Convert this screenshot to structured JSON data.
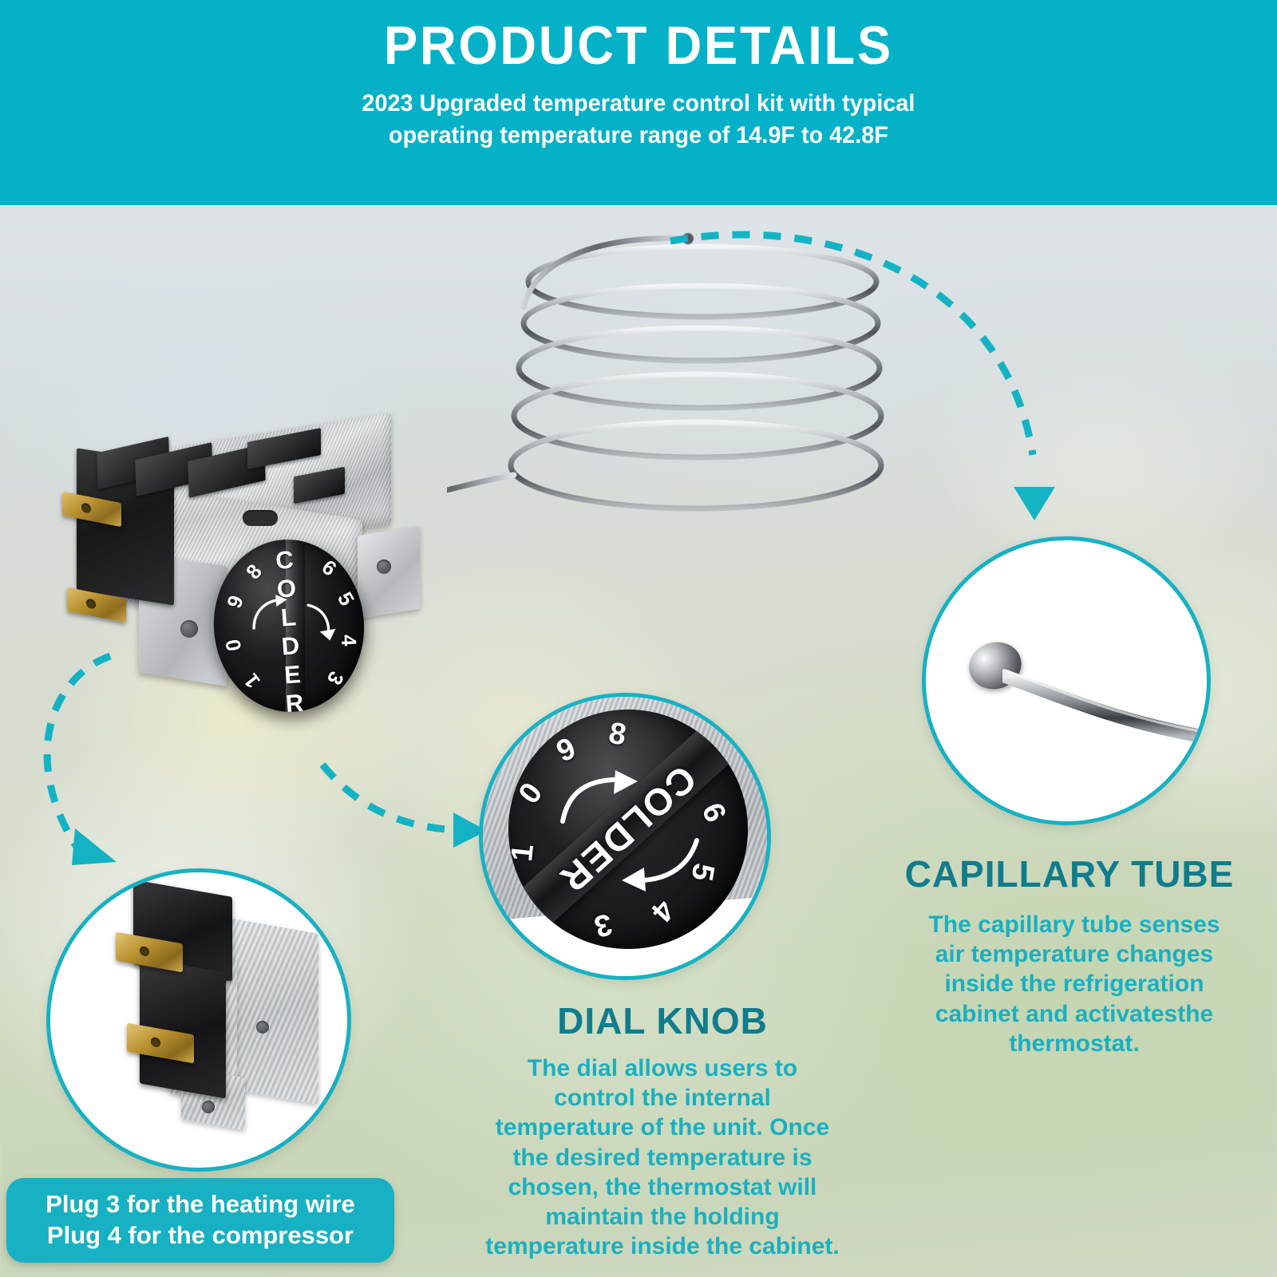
{
  "header": {
    "title": "PRODUCT DETAILS",
    "subtitle_line1": "2023 Upgraded temperature control kit with typical",
    "subtitle_line2": "operating temperature range of 14.9F to 42.8F",
    "background_color": "#04b1c6",
    "text_color": "#ffffff"
  },
  "theme": {
    "teal": "#17b1c3",
    "teal_dark": "#107c8c",
    "teal_body": "#1ab0c0",
    "dashed_arrow_color": "#13b3c4"
  },
  "product": {
    "name": "refrigerator thermostat temperature control",
    "knob_label": "COLDER",
    "knob_numbers": [
      "9",
      "8",
      "0",
      "1",
      "6",
      "5",
      "4",
      "3"
    ],
    "knob_zoom_numbers": [
      "0",
      "9",
      "8",
      "6",
      "5",
      "4",
      "3",
      "1"
    ]
  },
  "callouts": [
    {
      "id": "capillary-tube",
      "title": "CAPILLARY TUBE",
      "body": "The capillary tube senses air temperature changes inside the refrigeration cabinet and activatesthe thermostat.",
      "body_lines": [
        "The capillary tube senses",
        "air temperature changes",
        "inside the refrigeration",
        "cabinet and activatesthe",
        "thermostat."
      ]
    },
    {
      "id": "dial-knob",
      "title": "DIAL KNOB",
      "body": "The dial allows users to control the internal temperature of the unit. Once the desired temperature is chosen, the thermostat will maintain the holding temperature inside the cabinet.",
      "body_lines": [
        "The dial allows users to",
        "control the internal",
        "temperature of the unit. Once",
        "the desired temperature is",
        "chosen, the thermostat will",
        "maintain the holding",
        "temperature inside the cabinet."
      ]
    }
  ],
  "plug_badge": {
    "line1": "Plug 3 for the heating wire",
    "line2": "Plug 4 for the compressor",
    "background_color": "#17b1c3"
  }
}
